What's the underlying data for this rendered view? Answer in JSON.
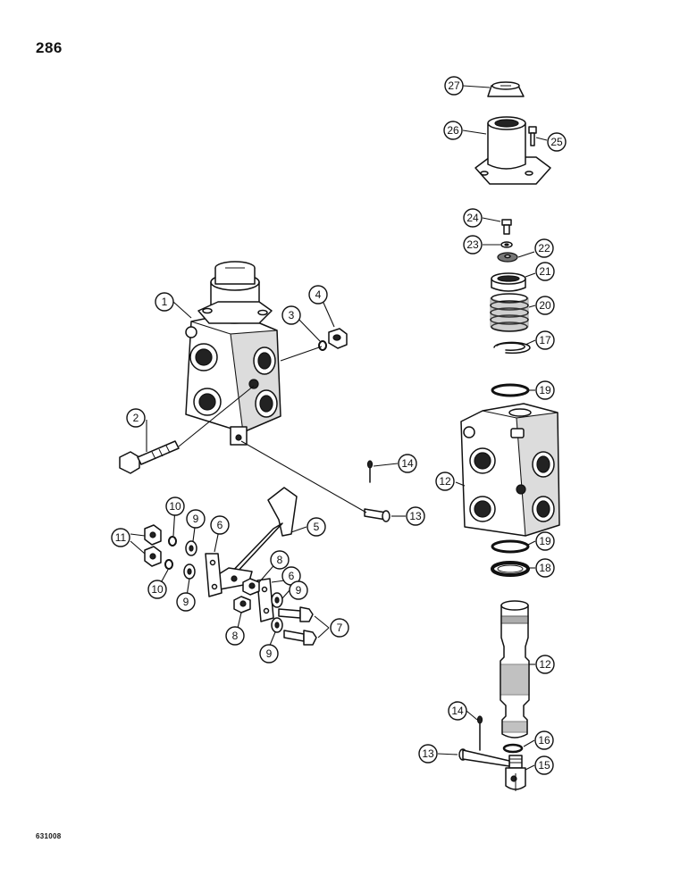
{
  "page": {
    "number": "286",
    "drawing_code": "631008"
  },
  "callouts": {
    "c1": "1",
    "c2": "2",
    "c3": "3",
    "c4": "4",
    "c5": "5",
    "c6a": "6",
    "c6b": "6",
    "c7": "7",
    "c8a": "8",
    "c8b": "8",
    "c9a": "9",
    "c9b": "9",
    "c9c": "9",
    "c9d": "9",
    "c10a": "10",
    "c10b": "10",
    "c11": "11",
    "c12a": "12",
    "c12b": "12",
    "c13a": "13",
    "c13b": "13",
    "c14a": "14",
    "c14b": "14",
    "c15": "15",
    "c16": "16",
    "c17": "17",
    "c18": "18",
    "c19a": "19",
    "c19b": "19",
    "c20": "20",
    "c21": "21",
    "c22": "22",
    "c23": "23",
    "c24": "24",
    "c25": "25",
    "c26": "26",
    "c27": "27"
  }
}
